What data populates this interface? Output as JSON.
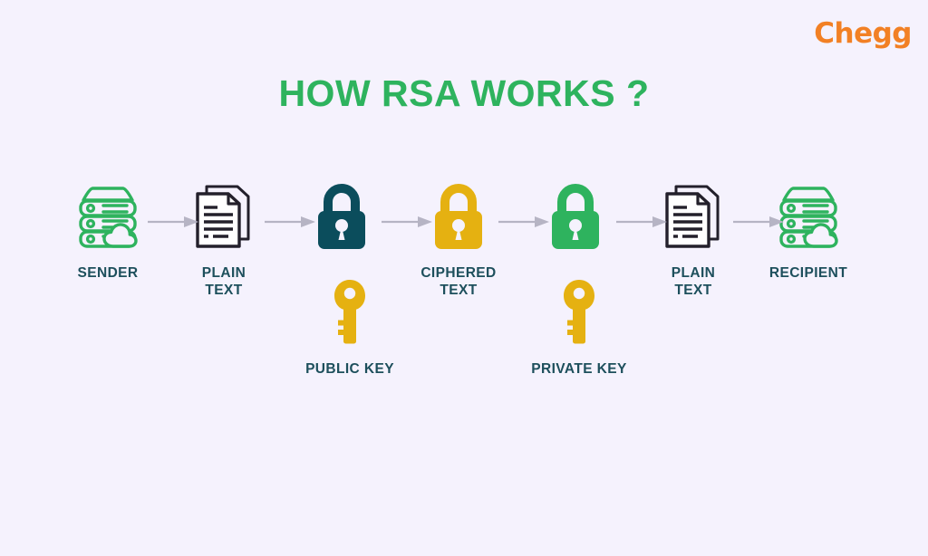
{
  "brand": {
    "name": "Chegg",
    "color": "#f28024"
  },
  "title": {
    "text": "HOW RSA WORKS ?",
    "color": "#2eb35e"
  },
  "theme": {
    "background": "#f5f2fd",
    "label_color": "#1d4f5c",
    "green": "#2eb35e",
    "dark_teal": "#0b4d5c",
    "gold": "#e5b111",
    "document_dark": "#23202b",
    "arrow_gray": "#b6b4c4"
  },
  "diagram": {
    "type": "process-flow",
    "nodes": [
      {
        "id": "sender",
        "label": "SENDER",
        "icon": "server-cloud-icon",
        "color": "#2eb35e"
      },
      {
        "id": "plaintext-1",
        "label": "PLAIN\nTEXT",
        "icon": "document-icon",
        "color": "#23202b"
      },
      {
        "id": "lock-dark",
        "label": "",
        "icon": "padlock-icon",
        "color": "#0b4d5c"
      },
      {
        "id": "ciphered",
        "label": "CIPHERED\nTEXT",
        "icon": "padlock-icon",
        "color": "#e5b111"
      },
      {
        "id": "lock-green",
        "label": "",
        "icon": "padlock-icon",
        "color": "#2eb35e"
      },
      {
        "id": "plaintext-2",
        "label": "PLAIN\nTEXT",
        "icon": "document-icon",
        "color": "#23202b"
      },
      {
        "id": "recipient",
        "label": "RECIPIENT",
        "icon": "server-cloud-icon",
        "color": "#2eb35e"
      }
    ],
    "keys": [
      {
        "id": "public-key",
        "label": "PUBLIC KEY",
        "icon": "key-icon",
        "color": "#e5b111"
      },
      {
        "id": "private-key",
        "label": "PRIVATE KEY",
        "icon": "key-icon",
        "color": "#e5b111"
      }
    ],
    "arrow_count": 6
  }
}
